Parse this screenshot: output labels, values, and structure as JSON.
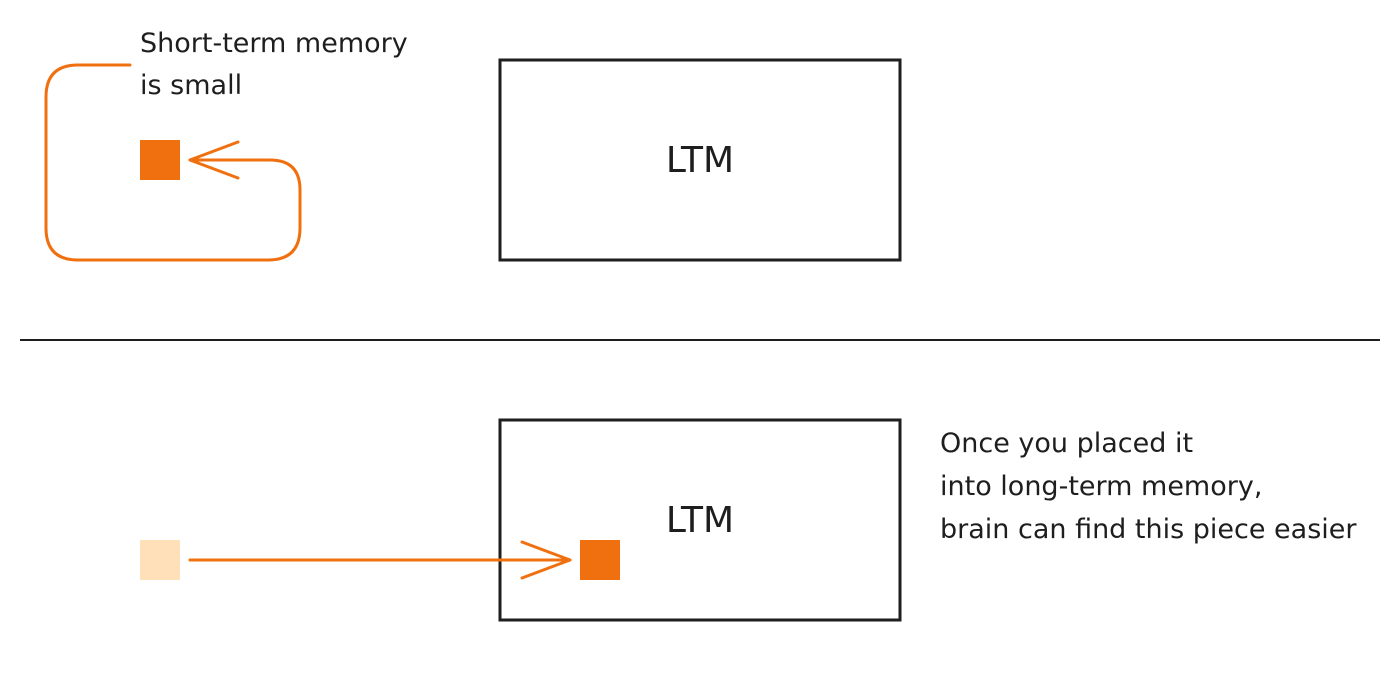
{
  "top_panel": {
    "note_line1": "Short-term memory",
    "note_line2": "is small",
    "box_label": "LTM"
  },
  "bottom_panel": {
    "box_label": "LTM",
    "note_line1": "Once you placed it",
    "note_line2": "into long-term memory,",
    "note_line3": "brain can find this piece easier"
  },
  "colors": {
    "accent": "#f07010",
    "faded_block": "#ffe0b8",
    "box_stroke": "#1e1e1e",
    "divider": "#1e1e1e"
  }
}
